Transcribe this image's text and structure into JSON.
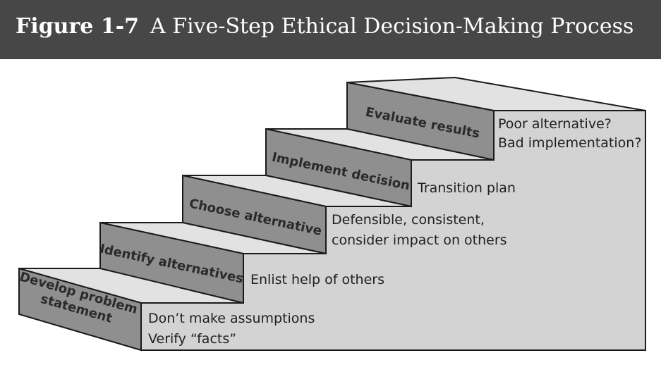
{
  "header": {
    "figure_label": "Figure  1-7",
    "title": "A Five-Step Ethical Decision-Making Process"
  },
  "steps": [
    {
      "label_lines": [
        "Develop problem",
        "statement"
      ],
      "notes": [
        "Don’t make assumptions",
        "Verify “facts”"
      ]
    },
    {
      "label_lines": [
        "Identify alternatives"
      ],
      "notes": [
        "Enlist help of others"
      ]
    },
    {
      "label_lines": [
        "Choose alternative"
      ],
      "notes": [
        "Defensible, consistent,",
        "consider impact on others"
      ]
    },
    {
      "label_lines": [
        "Implement decision"
      ],
      "notes": [
        "Transition plan"
      ]
    },
    {
      "label_lines": [
        "Evaluate results"
      ],
      "notes": [
        "Poor alternative?",
        "Bad implementation?"
      ]
    }
  ],
  "colors": {
    "header_bg": "#474747",
    "step_front": "#8f8f8f",
    "step_top": "#e2e2e2",
    "wall": "#d3d3d3",
    "outline": "#1a1a1a"
  }
}
